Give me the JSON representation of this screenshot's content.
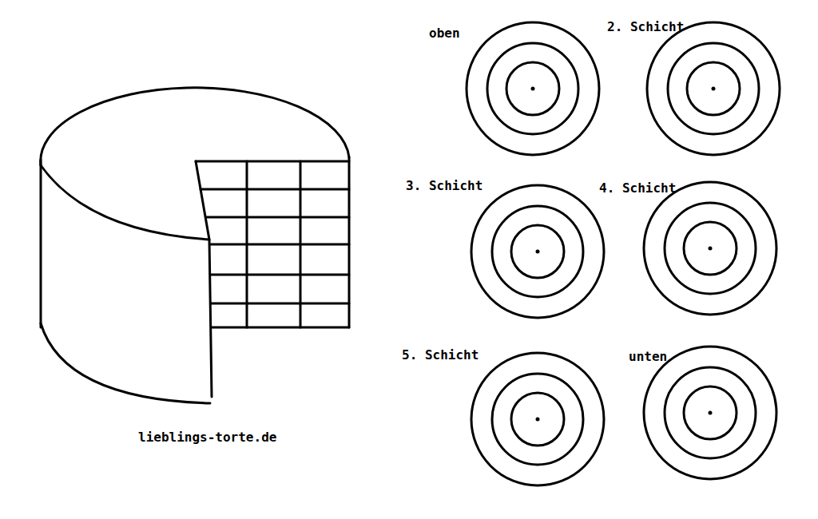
{
  "diagram": {
    "labels": [
      "oben",
      "2. Schicht",
      "3. Schicht",
      "4. Schicht",
      "5. Schicht",
      "unten",
      "lieblings-torte.de"
    ]
  }
}
